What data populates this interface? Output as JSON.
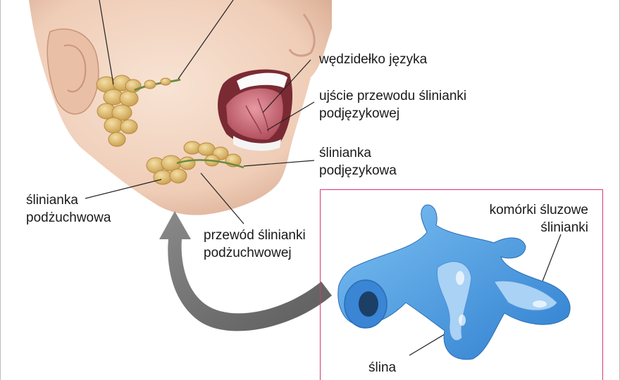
{
  "labels": {
    "frenulum": "wędzidełko języka",
    "sublingual_duct_line1": "ujście przewodu ślinianki",
    "sublingual_duct_line2": "podjęzykowej",
    "sublingual_gland_line1": "ślinianka",
    "sublingual_gland_line2": "podjęzykowa",
    "submandibular_gland_line1": "ślinianka",
    "submandibular_gland_line2": "podżuchwowa",
    "submandibular_duct_line1": "przewód ślinianki",
    "submandibular_duct_line2": "podżuchwowej",
    "mucous_cells_line1": "komórki śluzowe",
    "mucous_cells_line2": "ślinianki",
    "saliva": "ślina"
  },
  "colors": {
    "inset_border": "#d13a7a",
    "gland": "#e2c27a",
    "skin": "#f1d2bd",
    "arrow": "#6f6f6f",
    "tissue": "#5aa6e6"
  }
}
